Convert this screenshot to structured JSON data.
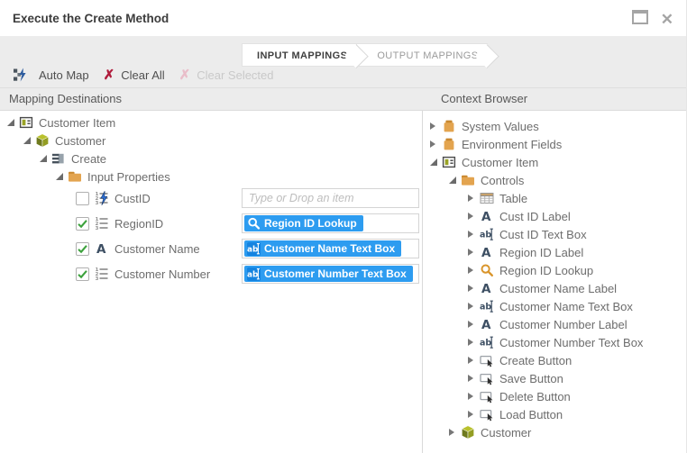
{
  "window": {
    "title": "Execute the Create Method"
  },
  "tabs": [
    {
      "label": "INPUT MAPPINGS",
      "active": true
    },
    {
      "label": "OUTPUT MAPPINGS",
      "active": false
    }
  ],
  "toolbar": [
    {
      "label": "Auto Map",
      "icon": "auto-map",
      "enabled": true
    },
    {
      "label": "Clear All",
      "icon": "clear-x",
      "enabled": true
    },
    {
      "label": "Clear Selected",
      "icon": "clear-x",
      "enabled": false
    }
  ],
  "panels": {
    "left": {
      "header": "Mapping Destinations"
    },
    "right": {
      "header": "Context Browser"
    }
  },
  "mapping_tree": [
    {
      "label": "Customer Item",
      "icon": "item-view",
      "level": 0,
      "expander": "expanded"
    },
    {
      "label": "Customer",
      "icon": "smartobject-cube",
      "level": 1,
      "expander": "expanded"
    },
    {
      "label": "Create",
      "icon": "method",
      "level": 2,
      "expander": "expanded"
    },
    {
      "label": "Input Properties",
      "icon": "folder",
      "level": 3,
      "expander": "expanded"
    },
    {
      "label": "CustID",
      "icon": "autonumber",
      "level": 4,
      "checked": false,
      "mapping": {
        "type": "placeholder",
        "text": "Type or Drop an item"
      }
    },
    {
      "label": "RegionID",
      "icon": "number-list",
      "level": 4,
      "checked": true,
      "mapping": {
        "type": "chip",
        "icon": "magnifier",
        "text": "Region ID Lookup"
      }
    },
    {
      "label": "Customer Name",
      "icon": "text-a",
      "level": 4,
      "checked": true,
      "mapping": {
        "type": "chip",
        "icon": "textbox-ab",
        "text": "Customer Name Text Box"
      }
    },
    {
      "label": "Customer Number",
      "icon": "number-list",
      "level": 4,
      "checked": true,
      "mapping": {
        "type": "chip",
        "icon": "textbox-ab",
        "text": "Customer Number Text Box"
      }
    }
  ],
  "context_tree": [
    {
      "label": "System Values",
      "icon": "folder-case",
      "level": 0,
      "expander": "collapsed"
    },
    {
      "label": "Environment Fields",
      "icon": "folder-case",
      "level": 0,
      "expander": "collapsed"
    },
    {
      "label": "Customer Item",
      "icon": "item-view",
      "level": 0,
      "expander": "expanded"
    },
    {
      "label": "Controls",
      "icon": "folder",
      "level": 1,
      "expander": "expanded"
    },
    {
      "label": "Table",
      "icon": "table",
      "level": 2,
      "expander": "collapsed"
    },
    {
      "label": "Cust ID Label",
      "icon": "text-a",
      "level": 2,
      "expander": "collapsed"
    },
    {
      "label": "Cust ID Text Box",
      "icon": "textbox-ab",
      "level": 2,
      "expander": "collapsed"
    },
    {
      "label": "Region ID Label",
      "icon": "text-a",
      "level": 2,
      "expander": "collapsed"
    },
    {
      "label": "Region ID Lookup",
      "icon": "magnifier",
      "level": 2,
      "expander": "collapsed"
    },
    {
      "label": "Customer Name Label",
      "icon": "text-a",
      "level": 2,
      "expander": "collapsed"
    },
    {
      "label": "Customer Name Text Box",
      "icon": "textbox-ab",
      "level": 2,
      "expander": "collapsed"
    },
    {
      "label": "Customer Number Label",
      "icon": "text-a",
      "level": 2,
      "expander": "collapsed"
    },
    {
      "label": "Customer Number Text Box",
      "icon": "textbox-ab",
      "level": 2,
      "expander": "collapsed"
    },
    {
      "label": "Create Button",
      "icon": "button",
      "level": 2,
      "expander": "collapsed"
    },
    {
      "label": "Save Button",
      "icon": "button",
      "level": 2,
      "expander": "collapsed"
    },
    {
      "label": "Delete Button",
      "icon": "button",
      "level": 2,
      "expander": "collapsed"
    },
    {
      "label": "Load Button",
      "icon": "button",
      "level": 2,
      "expander": "collapsed"
    },
    {
      "label": "Customer",
      "icon": "smartobject-cube",
      "level": 1,
      "expander": "collapsed"
    }
  ],
  "colors": {
    "accent_blue": "#2d9cf0",
    "check_green": "#3da23d",
    "folder_orange": "#e3a44f",
    "clear_red": "#b01c3c",
    "olive": "#9aa326",
    "band_grey": "#ececec"
  }
}
